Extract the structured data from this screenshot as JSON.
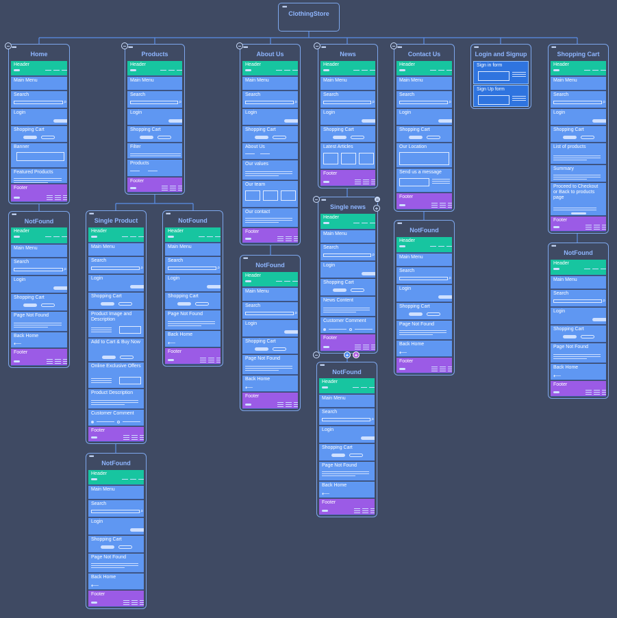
{
  "root": {
    "title": "ClothingStore"
  },
  "nodes": [
    {
      "title": "Home",
      "sections": [
        {
          "label": "Header",
          "type": "header"
        },
        {
          "label": "Main Menu",
          "type": "menu"
        },
        {
          "label": "Search",
          "type": "search"
        },
        {
          "label": "Login",
          "type": "login"
        },
        {
          "label": "Shopping Cart",
          "type": "cart"
        },
        {
          "label": "Banner",
          "type": "banner"
        },
        {
          "label": "Featured Products",
          "type": "text"
        },
        {
          "label": "Footer",
          "type": "footer"
        }
      ]
    },
    {
      "title": "NotFound",
      "sections": [
        {
          "label": "Header",
          "type": "header"
        },
        {
          "label": "Main Menu",
          "type": "menu"
        },
        {
          "label": "Search",
          "type": "search"
        },
        {
          "label": "Login",
          "type": "login"
        },
        {
          "label": "Shopping Cart",
          "type": "cart"
        },
        {
          "label": "Page Not Found",
          "type": "text"
        },
        {
          "label": "Back Home",
          "type": "back"
        },
        {
          "label": "Footer",
          "type": "footer"
        }
      ]
    },
    {
      "title": "Products",
      "sections": [
        {
          "label": "Header",
          "type": "header"
        },
        {
          "label": "Main Menu",
          "type": "menu"
        },
        {
          "label": "Search",
          "type": "search"
        },
        {
          "label": "Login",
          "type": "login"
        },
        {
          "label": "Shopping Cart",
          "type": "cart"
        },
        {
          "label": "Filter",
          "type": "filter"
        },
        {
          "label": "Products",
          "type": "products"
        },
        {
          "label": "Footer",
          "type": "footer"
        }
      ]
    },
    {
      "title": "Single Product",
      "sections": [
        {
          "label": "Header",
          "type": "header"
        },
        {
          "label": "Main Menu",
          "type": "menu"
        },
        {
          "label": "Search",
          "type": "search"
        },
        {
          "label": "Login",
          "type": "login"
        },
        {
          "label": "Shopping Cart",
          "type": "cart"
        },
        {
          "label": "Product Image and Description",
          "type": "imgdesc"
        },
        {
          "label": "Add to Cart & Buy Now",
          "type": "addcart"
        },
        {
          "label": "Online Exclusive Offers",
          "type": "imgdesc"
        },
        {
          "label": "Product Description",
          "type": "text"
        },
        {
          "label": "Customer Comment",
          "type": "comment"
        },
        {
          "label": "Footer",
          "type": "footer"
        }
      ]
    },
    {
      "title": "NotFound",
      "sections": [
        {
          "label": "Header",
          "type": "header"
        },
        {
          "label": "Main Menu",
          "type": "menu"
        },
        {
          "label": "Search",
          "type": "search"
        },
        {
          "label": "Login",
          "type": "login"
        },
        {
          "label": "Shopping Cart",
          "type": "cart"
        },
        {
          "label": "Page Not Found",
          "type": "text"
        },
        {
          "label": "Back Home",
          "type": "back"
        },
        {
          "label": "Footer",
          "type": "footer"
        }
      ]
    },
    {
      "title": "NotFound",
      "sections": [
        {
          "label": "Header",
          "type": "header"
        },
        {
          "label": "Main Menu",
          "type": "menu"
        },
        {
          "label": "Search",
          "type": "search"
        },
        {
          "label": "Login",
          "type": "login"
        },
        {
          "label": "Shopping Cart",
          "type": "cart"
        },
        {
          "label": "Page Not Found",
          "type": "text"
        },
        {
          "label": "Back Home",
          "type": "back"
        },
        {
          "label": "Footer",
          "type": "footer"
        }
      ]
    },
    {
      "title": "About Us",
      "sections": [
        {
          "label": "Header",
          "type": "header"
        },
        {
          "label": "Main Menu",
          "type": "menu"
        },
        {
          "label": "Search",
          "type": "search"
        },
        {
          "label": "Login",
          "type": "login"
        },
        {
          "label": "Shopping Cart",
          "type": "cart"
        },
        {
          "label": "About Us",
          "type": "slider"
        },
        {
          "label": "Our values",
          "type": "text"
        },
        {
          "label": "Our team",
          "type": "team"
        },
        {
          "label": "Our contact",
          "type": "text"
        },
        {
          "label": "Footer",
          "type": "footer"
        }
      ]
    },
    {
      "title": "NotFound",
      "sections": [
        {
          "label": "Header",
          "type": "header"
        },
        {
          "label": "Main Menu",
          "type": "menu"
        },
        {
          "label": "Search",
          "type": "search"
        },
        {
          "label": "Login",
          "type": "login"
        },
        {
          "label": "Shopping Cart",
          "type": "cart"
        },
        {
          "label": "Page Not Found",
          "type": "text"
        },
        {
          "label": "Back Home",
          "type": "back"
        },
        {
          "label": "Footer",
          "type": "footer"
        }
      ]
    },
    {
      "title": "News",
      "sections": [
        {
          "label": "Header",
          "type": "header"
        },
        {
          "label": "Main Menu",
          "type": "menu"
        },
        {
          "label": "Search",
          "type": "search"
        },
        {
          "label": "Login",
          "type": "login"
        },
        {
          "label": "Shopping Cart",
          "type": "cart"
        },
        {
          "label": "Latest Articles",
          "type": "articles"
        },
        {
          "label": "Footer",
          "type": "footer"
        }
      ]
    },
    {
      "title": "Single news",
      "sections": [
        {
          "label": "Header",
          "type": "header"
        },
        {
          "label": "Main Menu",
          "type": "menu"
        },
        {
          "label": "Search",
          "type": "search"
        },
        {
          "label": "Login",
          "type": "login"
        },
        {
          "label": "Shopping Cart",
          "type": "cart"
        },
        {
          "label": "News Content",
          "type": "text"
        },
        {
          "label": "Customer Comment",
          "type": "comment"
        },
        {
          "label": "Footer",
          "type": "footer"
        }
      ]
    },
    {
      "title": "NotFound",
      "sections": [
        {
          "label": "Header",
          "type": "header"
        },
        {
          "label": "Main Menu",
          "type": "menu"
        },
        {
          "label": "Search",
          "type": "search"
        },
        {
          "label": "Login",
          "type": "login"
        },
        {
          "label": "Shopping Cart",
          "type": "cart"
        },
        {
          "label": "Page Not Found",
          "type": "text"
        },
        {
          "label": "Back Home",
          "type": "back"
        },
        {
          "label": "Footer",
          "type": "footer"
        }
      ]
    },
    {
      "title": "Contact Us",
      "sections": [
        {
          "label": "Header",
          "type": "header"
        },
        {
          "label": "Main Menu",
          "type": "menu"
        },
        {
          "label": "Search",
          "type": "search"
        },
        {
          "label": "Login",
          "type": "login"
        },
        {
          "label": "Shopping Cart",
          "type": "cart"
        },
        {
          "label": "Our Location",
          "type": "map"
        },
        {
          "label": "Send us a message",
          "type": "form"
        },
        {
          "label": "Footer",
          "type": "footer"
        }
      ]
    },
    {
      "title": "NotFound",
      "sections": [
        {
          "label": "Header",
          "type": "header"
        },
        {
          "label": "Main Menu",
          "type": "menu"
        },
        {
          "label": "Search",
          "type": "search"
        },
        {
          "label": "Login",
          "type": "login"
        },
        {
          "label": "Shopping Cart",
          "type": "cart"
        },
        {
          "label": "Page Not Found",
          "type": "text"
        },
        {
          "label": "Back Home",
          "type": "back"
        },
        {
          "label": "Footer",
          "type": "footer"
        }
      ]
    },
    {
      "title": "Login and Signup",
      "sections": [
        {
          "label": "Sign in form",
          "type": "authform"
        },
        {
          "label": "Sign Up form",
          "type": "authform"
        }
      ]
    },
    {
      "title": "Shopping Cart",
      "sections": [
        {
          "label": "Header",
          "type": "header"
        },
        {
          "label": "Main Menu",
          "type": "menu"
        },
        {
          "label": "Search",
          "type": "search"
        },
        {
          "label": "Login",
          "type": "login"
        },
        {
          "label": "Shopping Cart",
          "type": "cart"
        },
        {
          "label": "List of products",
          "type": "text"
        },
        {
          "label": "Summary",
          "type": "text"
        },
        {
          "label": "Proceed to Checkout or Back to products page",
          "type": "checkout"
        },
        {
          "label": "Footer",
          "type": "footer"
        }
      ]
    },
    {
      "title": "NotFound",
      "sections": [
        {
          "label": "Header",
          "type": "header"
        },
        {
          "label": "Main Menu",
          "type": "menu"
        },
        {
          "label": "Search",
          "type": "search"
        },
        {
          "label": "Login",
          "type": "login"
        },
        {
          "label": "Shopping Cart",
          "type": "cart"
        },
        {
          "label": "Page Not Found",
          "type": "text"
        },
        {
          "label": "Back Home",
          "type": "back"
        },
        {
          "label": "Footer",
          "type": "footer"
        }
      ]
    }
  ],
  "colors": {
    "canvas": "#3f4a63",
    "edge": "#5b8fe8",
    "border": "#7ea8ee",
    "title": "#8fb6ff",
    "section": "#5f97f2",
    "header": "#17c5a0",
    "footer": "#9b5be6",
    "form": "#2f74df"
  },
  "icons": {
    "collapse": "minus-circle-icon",
    "expand": "plus-circle-icon",
    "menu": "dots-menu-icon"
  }
}
